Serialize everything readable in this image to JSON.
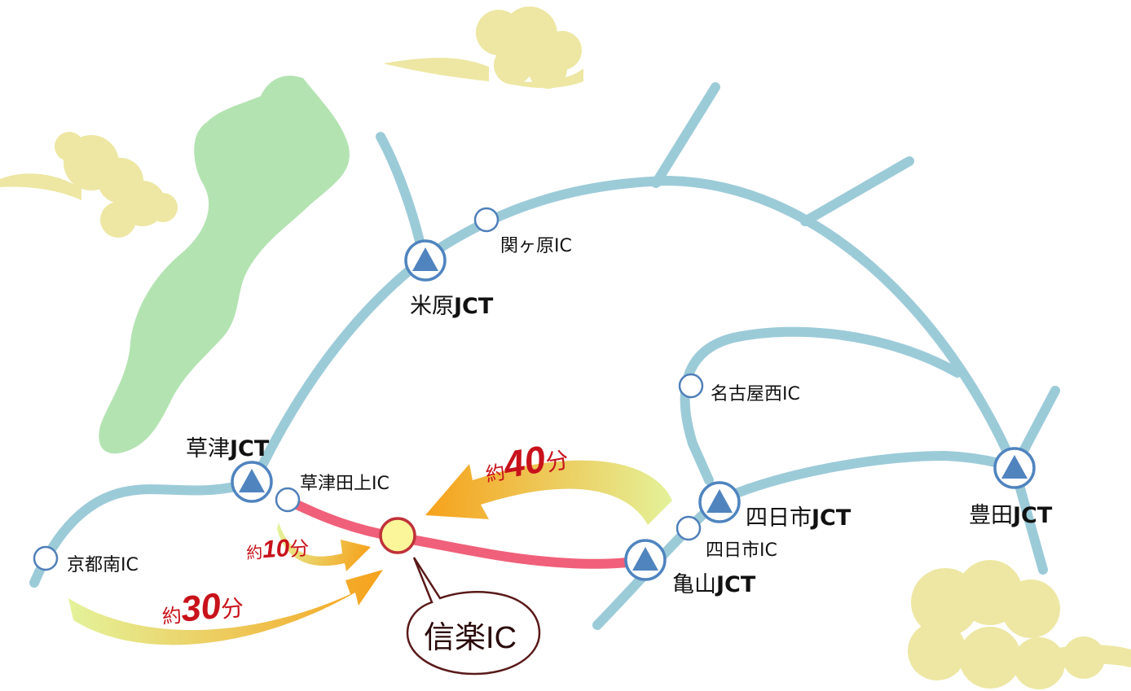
{
  "colors": {
    "road": "#9ccbd8",
    "highlight_route": "#f0607a",
    "lake": "#b4e3b2",
    "cloud": "#ede7a3",
    "jct_marker": "#4f84bf",
    "ic_marker_stroke": "#4f7fb9",
    "destination_fill": "#fbf69a",
    "destination_stroke": "#c0313a",
    "time_text": "#c8121b",
    "arrow_start": "#e8f09a",
    "arrow_end": "#f5a21c"
  },
  "interchanges": [
    {
      "id": "sekigahara",
      "label": "関ヶ原IC"
    },
    {
      "id": "nagoyanishi",
      "label": "名古屋西IC"
    },
    {
      "id": "kusatsutagami",
      "label": "草津田上IC"
    },
    {
      "id": "kyotominami",
      "label": "京都南IC"
    },
    {
      "id": "yokkaichi",
      "label": "四日市IC"
    }
  ],
  "junctions": [
    {
      "id": "maibara",
      "name": "米原",
      "suffix": "JCT"
    },
    {
      "id": "kusatsu",
      "name": "草津",
      "suffix": "JCT"
    },
    {
      "id": "yokkaichi",
      "name": "四日市",
      "suffix": "JCT"
    },
    {
      "id": "toyota",
      "name": "豊田",
      "suffix": "JCT"
    },
    {
      "id": "kameyama",
      "name": "亀山",
      "suffix": "JCT"
    }
  ],
  "destination": {
    "label": "信楽IC",
    "name": "信楽",
    "suffix": "IC"
  },
  "travel_times": [
    {
      "id": "from-kusatsu",
      "prefix": "約",
      "minutes": "10",
      "unit": "分"
    },
    {
      "id": "from-kyoto",
      "prefix": "約",
      "minutes": "30",
      "unit": "分"
    },
    {
      "id": "from-yokkaichi",
      "prefix": "約",
      "minutes": "40",
      "unit": "分"
    }
  ]
}
